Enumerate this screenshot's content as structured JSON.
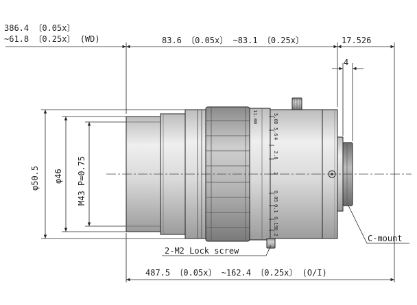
{
  "dimensions": {
    "wd": "386.4 (0.05x)\n~61.8 (0.25x) (WD)",
    "wd_line1": "386.4 〔0.05x〕",
    "wd_line2": "~61.8 〔0.25x〕 (WD)",
    "front_length": "83.6 〔0.05x〕 ~83.1 〔0.25x〕",
    "flange_back": "17.526",
    "mount_depth": "4",
    "total_oi": "487.5 〔0.05x〕 ~162.4 〔0.25x〕 (O/I)",
    "outer_diameter": "φ50.5",
    "inner_diameter": "φ46",
    "filter_thread": "M43 P=0.75"
  },
  "callouts": {
    "lock_screw": "2-M2 Lock screw",
    "mount": "C-mount"
  },
  "scale_marks": {
    "aperture_top": [
      "5.6",
      "8",
      "5.6",
      "4",
      "2.8",
      "2"
    ],
    "magnification_bottom": [
      "0.05",
      "0.1",
      "0.15",
      "0.2"
    ],
    "infinity_mark": "11.00"
  },
  "colors": {
    "line": "#222222",
    "body_light": "#e6e6e6",
    "body_mid": "#c8c8c8",
    "body_dark": "#9a9a9a"
  }
}
